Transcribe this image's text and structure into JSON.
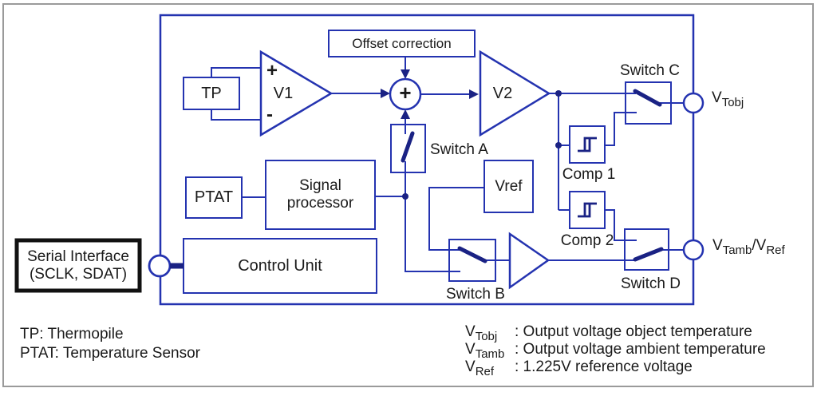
{
  "colors": {
    "diagram_blue": "#2433b0",
    "dark_blue": "#1a2284",
    "frame_gray": "#9a9a9a",
    "text_black": "#1a1a1a"
  },
  "blocks": {
    "offset_correction": "Offset correction",
    "tp": "TP",
    "ptat": "PTAT",
    "signal_processor_line1": "Signal",
    "signal_processor_line2": "processor",
    "control_unit": "Control Unit",
    "vref": "Vref",
    "v1": "V1",
    "v2": "V2",
    "comp1": "Comp 1",
    "comp2": "Comp 2",
    "switch_a": "Switch A",
    "switch_b": "Switch B",
    "switch_c": "Switch C",
    "switch_d": "Switch D",
    "serial_line1": "Serial Interface",
    "serial_line2": "(SCLK, SDAT)",
    "v1_plus": "+",
    "v1_minus": "-",
    "sum_plus": "+"
  },
  "outputs": {
    "tobj": {
      "sym": "V",
      "sub": "Tobj"
    },
    "tamb": {
      "sym1": "V",
      "sub1": "Tamb",
      "slash": "/",
      "sym2": "V",
      "sub2": "Ref"
    }
  },
  "legend_left": [
    "TP: Thermopile",
    "PTAT: Temperature Sensor"
  ],
  "legend_right": [
    {
      "sym": "V",
      "sub": "Tobj",
      "desc": ": Output voltage object temperature"
    },
    {
      "sym": "V",
      "sub": "Tamb",
      "desc": ": Output voltage ambient temperature"
    },
    {
      "sym": "V",
      "sub": "Ref",
      "desc": ": 1.225V reference voltage"
    }
  ]
}
